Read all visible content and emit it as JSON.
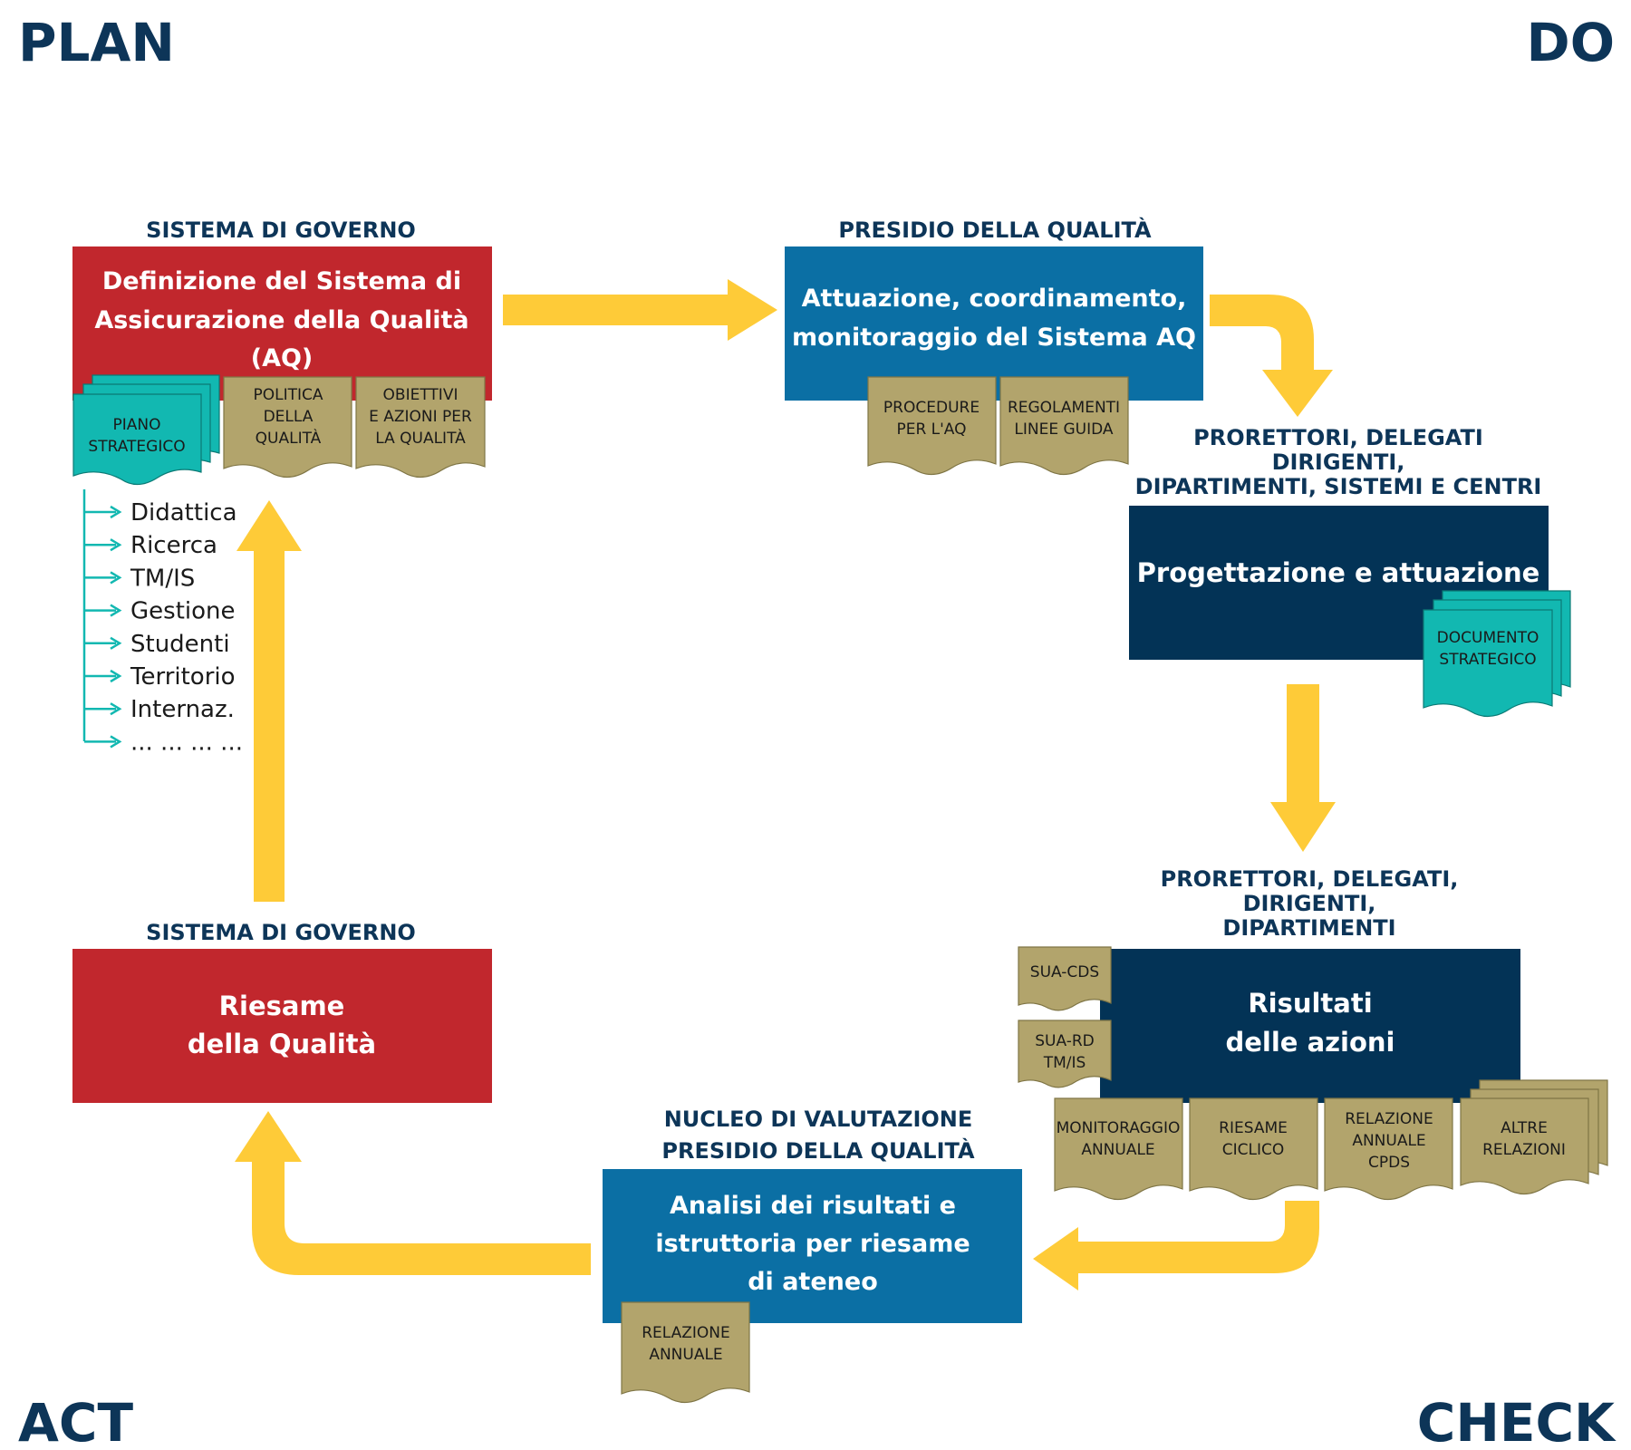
{
  "corners": {
    "plan": "PLAN",
    "do": "DO",
    "act": "ACT",
    "check": "CHECK"
  },
  "plan_top": {
    "header": "SISTEMA DI GOVERNO",
    "box": [
      "Definizione del Sistema di",
      "Assicurazione della Qualità",
      "(AQ)"
    ],
    "docs": {
      "piano": [
        "PIANO",
        "STRATEGICO"
      ],
      "politica": [
        "POLITICA",
        "DELLA",
        "QUALITÀ"
      ],
      "obiettivi": [
        "OBIETTIVI",
        "E AZIONI PER",
        "LA QUALITÀ"
      ]
    },
    "list": [
      "Didattica",
      "Ricerca",
      "TM/IS",
      "Gestione",
      "Studenti",
      "Territorio",
      "Internaz.",
      "... ... ... ..."
    ]
  },
  "do_top": {
    "header": "PRESIDIO DELLA QUALITÀ",
    "box": [
      "Attuazione, coordinamento,",
      "monitoraggio del Sistema AQ"
    ],
    "docs": {
      "procedure": [
        "PROCEDURE",
        "PER L'AQ"
      ],
      "regolamenti": [
        "REGOLAMENTI",
        "LINEE GUIDA"
      ]
    }
  },
  "do_mid": {
    "header": [
      "PRORETTORI, DELEGATI",
      "DIRIGENTI,",
      "DIPARTIMENTI, SISTEMI E CENTRI"
    ],
    "box": [
      "Progettazione e attuazione"
    ],
    "docs": {
      "documento": [
        "DOCUMENTO",
        "STRATEGICO"
      ]
    }
  },
  "check": {
    "header": [
      "PRORETTORI, DELEGATI,",
      "DIRIGENTI,",
      "DIPARTIMENTI"
    ],
    "box": [
      "Risultati",
      "delle azioni"
    ],
    "docs": {
      "sua_cds": [
        "SUA-CDS"
      ],
      "sua_rd": [
        "SUA-RD",
        "TM/IS"
      ],
      "monitoraggio": [
        "MONITORAGGIO",
        "ANNUALE"
      ],
      "riesame": [
        "RIESAME",
        "CICLICO"
      ],
      "relazione_cpds": [
        "RELAZIONE",
        "ANNUALE",
        "CPDS"
      ],
      "altre": [
        "ALTRE",
        "RELAZIONI"
      ]
    }
  },
  "analisi": {
    "header": [
      "NUCLEO DI VALUTAZIONE",
      "PRESIDIO DELLA QUALITÀ"
    ],
    "box": [
      "Analisi dei risultati e",
      "istruttoria per riesame",
      "di ateneo"
    ],
    "docs": {
      "relazione": [
        "RELAZIONE",
        "ANNUALE"
      ]
    }
  },
  "act": {
    "header": "SISTEMA DI GOVERNO",
    "box": [
      "Riesame",
      "della Qualità"
    ]
  },
  "colors": {
    "red": "#c1272d",
    "blue": "#0b6fa4",
    "navy": "#033356",
    "teal": "#12b8b1",
    "tan": "#b2a46c",
    "yellow": "#fecb38",
    "heading": "#0d3558"
  }
}
